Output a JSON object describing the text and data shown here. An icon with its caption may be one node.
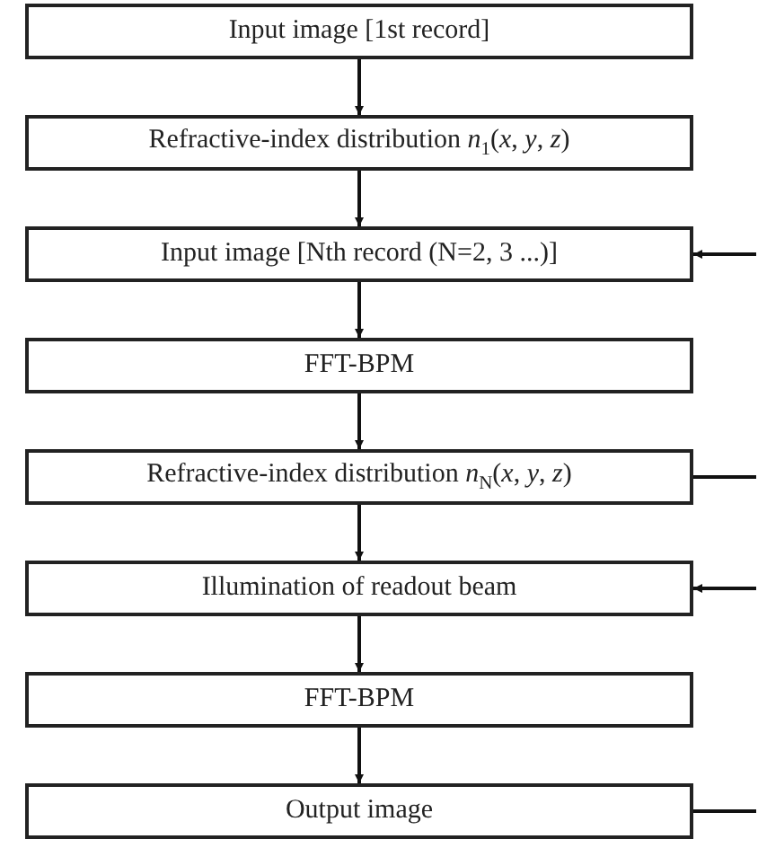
{
  "diagram": {
    "nodes": [
      {
        "text": [
          "Input image [1st record]"
        ]
      },
      {
        "text": [
          "Refractive-index distribution *n*$_{1}$(*x*, *y*, *z*)"
        ]
      },
      {
        "text": [
          "Input image [Nth record (N=2, 3 ...)]"
        ]
      },
      {
        "text": [
          "FFT-BPM"
        ]
      },
      {
        "text": [
          "Refractive-index distribution *n*$_{N}$(*x*, *y*, *z*)"
        ]
      },
      {
        "text": [
          "Illumination of readout beam"
        ]
      },
      {
        "text": [
          "FFT-BPM"
        ]
      },
      {
        "text": [
          "Output image"
        ]
      }
    ],
    "edges": [
      {
        "from": 0,
        "to": 1,
        "arrow": "to"
      },
      {
        "from": 1,
        "to": 2,
        "arrow": "to"
      },
      {
        "from": 2,
        "to": 3,
        "arrow": "to"
      },
      {
        "from": 3,
        "to": 4,
        "arrow": "to"
      },
      {
        "from": 4,
        "to": 5,
        "arrow": "to"
      },
      {
        "from": 5,
        "to": 6,
        "arrow": "to"
      },
      {
        "from": 6,
        "to": 7,
        "arrow": "to"
      },
      {
        "from": null,
        "to": 2,
        "arrow": "to"
      },
      {
        "from": 4,
        "to": null,
        "arrow": "none"
      },
      {
        "from": null,
        "to": 5,
        "arrow": "to"
      },
      {
        "from": 7,
        "to": null,
        "arrow": "none"
      }
    ]
  }
}
